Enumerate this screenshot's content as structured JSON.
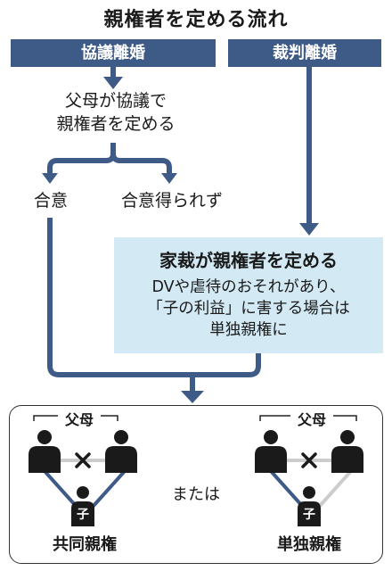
{
  "title": "親権者を定める流れ",
  "headers": {
    "kyogi": "協議離婚",
    "saiban": "裁判離婚"
  },
  "step_kyogi": [
    "父母が協議で",
    "親権者を定める"
  ],
  "outcomes": {
    "agree": "合意",
    "disagree": "合意得られず"
  },
  "court": {
    "title": "家裁が親権者を定める",
    "note": [
      "DVや虐待のおそれがあり、",
      "「子の利益」に害する場合は",
      "単独親権に"
    ]
  },
  "result": {
    "parents_label": "父母",
    "child_label": "子",
    "joint": "共同親権",
    "or": "または",
    "sole": "単独親権"
  },
  "colors": {
    "header": "#3e5a86",
    "arrow": "#3e5a86",
    "court_bg": "#d3eaf5",
    "person": "#1a1a1a",
    "inactive_link": "#cccccc"
  }
}
